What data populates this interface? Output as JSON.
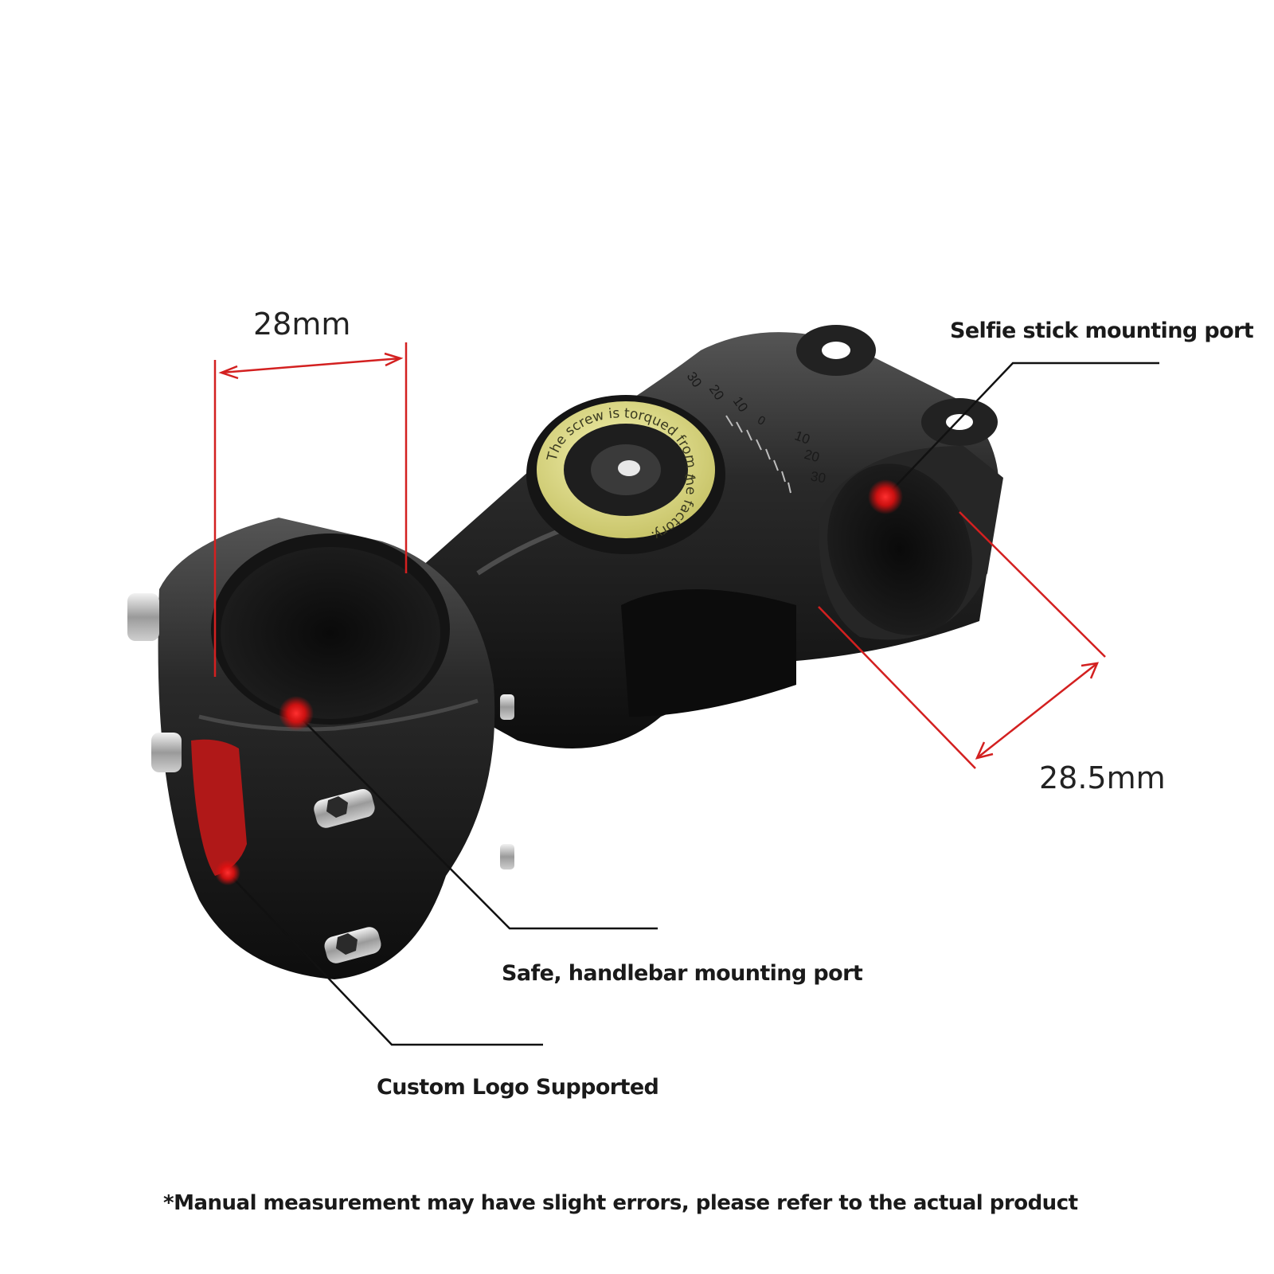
{
  "dimensions": {
    "left_clamp": "28mm",
    "right_clamp": "28.5mm"
  },
  "callouts": {
    "selfie_port": "Selfie stick mounting port",
    "handlebar_port": "Safe, handlebar mounting port",
    "custom_logo": "Custom Logo Supported"
  },
  "cap_text": "The screw is torqued from the factory.",
  "angle_scale": [
    "30",
    "20",
    "10",
    "0",
    "10",
    "20",
    "30"
  ],
  "footnote": "*Manual measurement may have slight errors, please refer to the actual product",
  "colors": {
    "accent": "#d32020",
    "body": "#1b1b1b",
    "cap": "#e6e48a"
  }
}
